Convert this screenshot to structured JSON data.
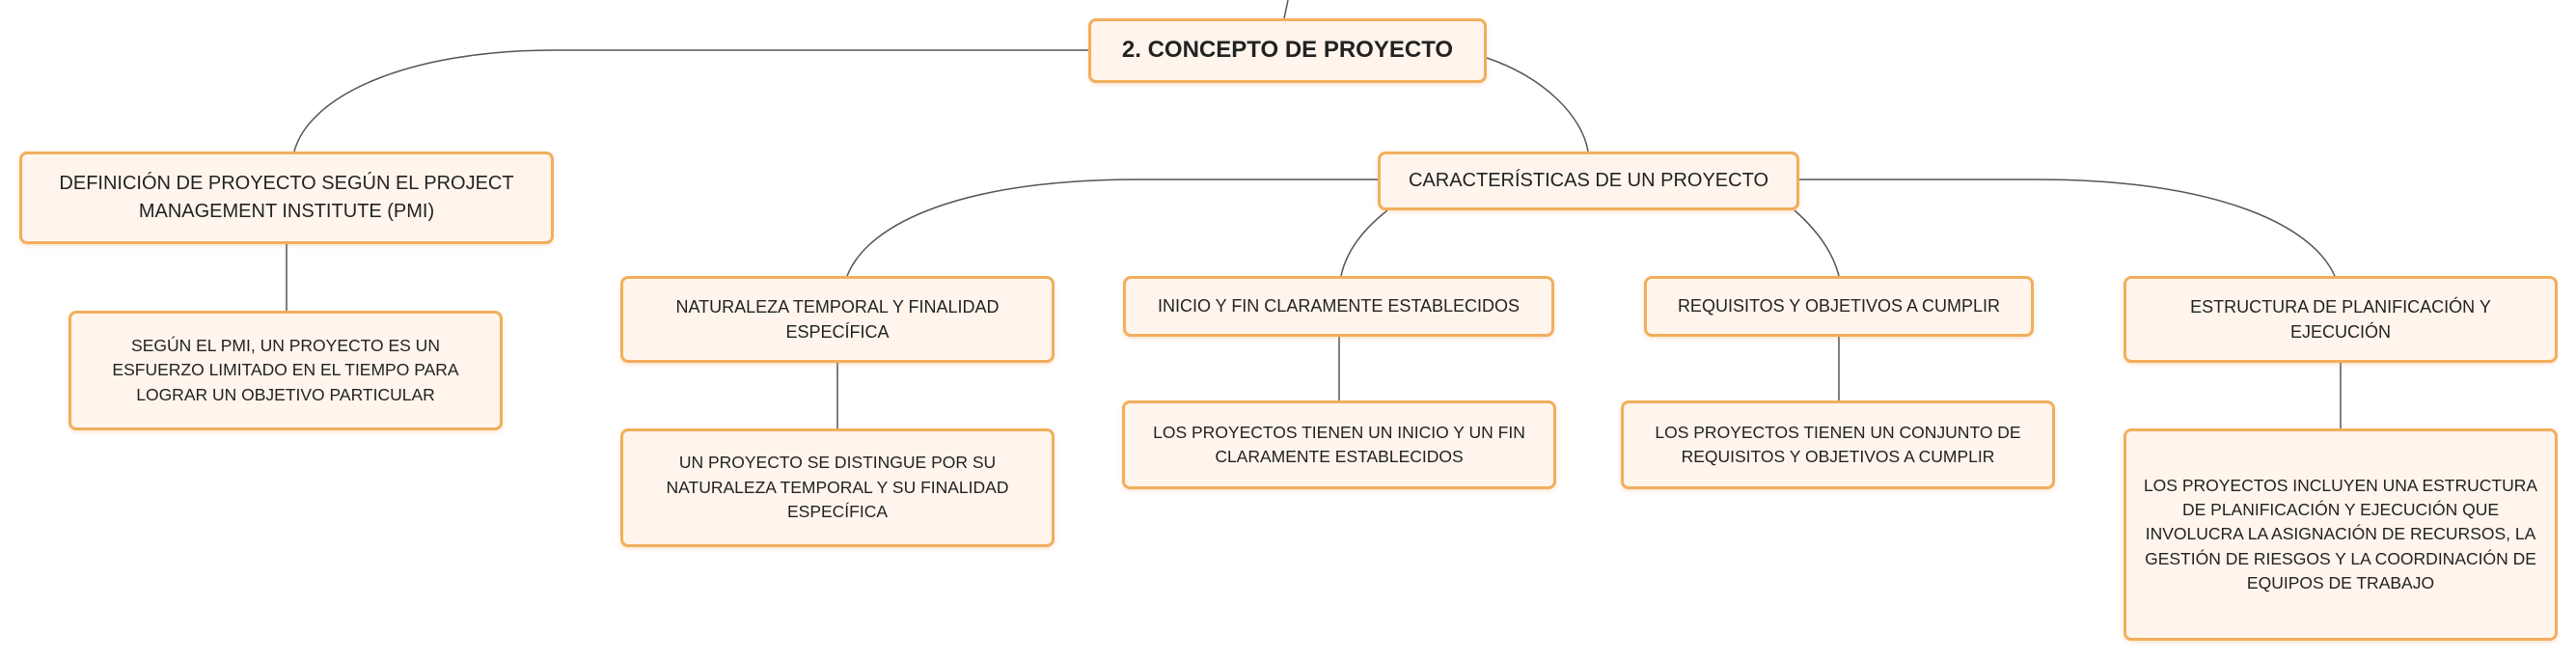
{
  "diagram": {
    "root": "2. CONCEPTO DE PROYECTO",
    "definition": {
      "title": "DEFINICIÓN DE PROYECTO SEGÚN EL PROJECT MANAGEMENT INSTITUTE (PMI)",
      "detail": "SEGÚN EL PMI, UN PROYECTO ES UN ESFUERZO LIMITADO EN EL TIEMPO PARA LOGRAR UN OBJETIVO PARTICULAR"
    },
    "characteristics": {
      "title": "CARACTERÍSTICAS DE UN PROYECTO",
      "items": [
        {
          "title": "NATURALEZA TEMPORAL Y FINALIDAD ESPECÍFICA",
          "detail": "UN PROYECTO SE DISTINGUE POR SU NATURALEZA TEMPORAL Y SU FINALIDAD ESPECÍFICA"
        },
        {
          "title": "INICIO Y FIN CLARAMENTE ESTABLECIDOS",
          "detail": "LOS PROYECTOS TIENEN UN INICIO Y UN FIN CLARAMENTE ESTABLECIDOS"
        },
        {
          "title": "REQUISITOS Y OBJETIVOS A CUMPLIR",
          "detail": "LOS PROYECTOS TIENEN UN CONJUNTO DE REQUISITOS Y OBJETIVOS A CUMPLIR"
        },
        {
          "title": "ESTRUCTURA DE PLANIFICACIÓN Y EJECUCIÓN",
          "detail": "LOS PROYECTOS INCLUYEN UNA ESTRUCTURA DE PLANIFICACIÓN Y EJECUCIÓN QUE INVOLUCRA LA ASIGNACIÓN DE RECURSOS, LA GESTIÓN DE RIESGOS Y LA COORDINACIÓN DE EQUIPOS DE TRABAJO"
        }
      ]
    }
  },
  "colors": {
    "node_fill": "#fff5ec",
    "node_border": "#f2ae5c",
    "connector": "#555555",
    "text": "#222222"
  }
}
